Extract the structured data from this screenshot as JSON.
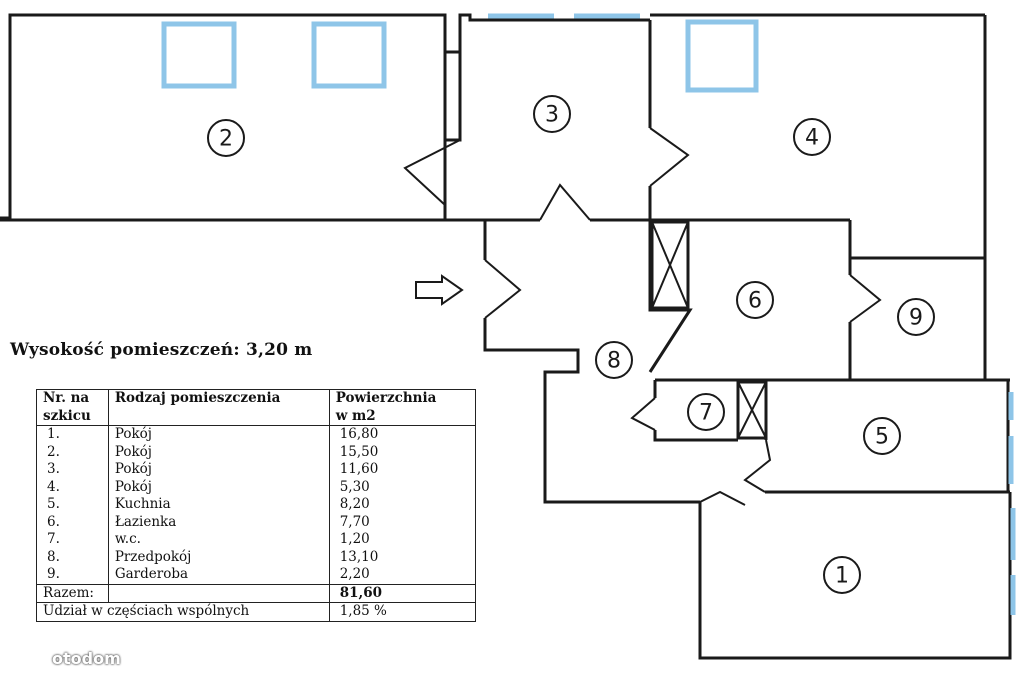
{
  "plan": {
    "rooms": [
      {
        "id": "1",
        "label": "1"
      },
      {
        "id": "2",
        "label": "2"
      },
      {
        "id": "3",
        "label": "3"
      },
      {
        "id": "4",
        "label": "4"
      },
      {
        "id": "5",
        "label": "5"
      },
      {
        "id": "6",
        "label": "6"
      },
      {
        "id": "7",
        "label": "7"
      },
      {
        "id": "8",
        "label": "8"
      },
      {
        "id": "9",
        "label": "9"
      }
    ],
    "entrance_icon": "arrow-right-icon"
  },
  "height_label": "Wysokość pomieszczeń: 3,20 m",
  "table": {
    "headers": {
      "nr_line1": "Nr. na",
      "nr_line2": "szkicu",
      "type": "Rodzaj pomieszczenia",
      "area_line1": "Powierzchnia",
      "area_line2": "w m2"
    },
    "rows": [
      {
        "nr": "1.",
        "type": "Pokój",
        "area": "16,80"
      },
      {
        "nr": "2.",
        "type": "Pokój",
        "area": "15,50"
      },
      {
        "nr": "3.",
        "type": "Pokój",
        "area": "11,60"
      },
      {
        "nr": "4.",
        "type": "Pokój",
        "area": "5,30"
      },
      {
        "nr": "5.",
        "type": "Kuchnia",
        "area": "8,20"
      },
      {
        "nr": "6.",
        "type": "Łazienka",
        "area": "7,70"
      },
      {
        "nr": "7.",
        "type": "w.c.",
        "area": "1,20"
      },
      {
        "nr": "8.",
        "type": "Przedpokój",
        "area": "13,10"
      },
      {
        "nr": "9.",
        "type": "Garderoba",
        "area": "2,20"
      }
    ],
    "total_label": "Razem:",
    "total_value": "81,60",
    "shares_label": "Udział w częściach wspólnych",
    "shares_value": "1,85 %"
  },
  "watermark": "otodom"
}
